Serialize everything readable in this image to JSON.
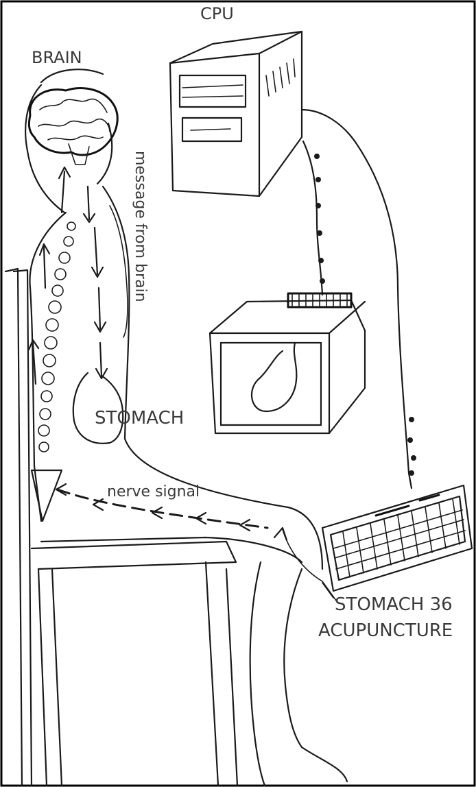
{
  "labels": {
    "cpu": "CPU",
    "brain": "BRAIN",
    "message": "message from brain",
    "stomach": "STOMACH",
    "nerve": "nerve signal",
    "point_line1": "STOMACH 36",
    "point_line2": "ACUPUNCTURE"
  }
}
